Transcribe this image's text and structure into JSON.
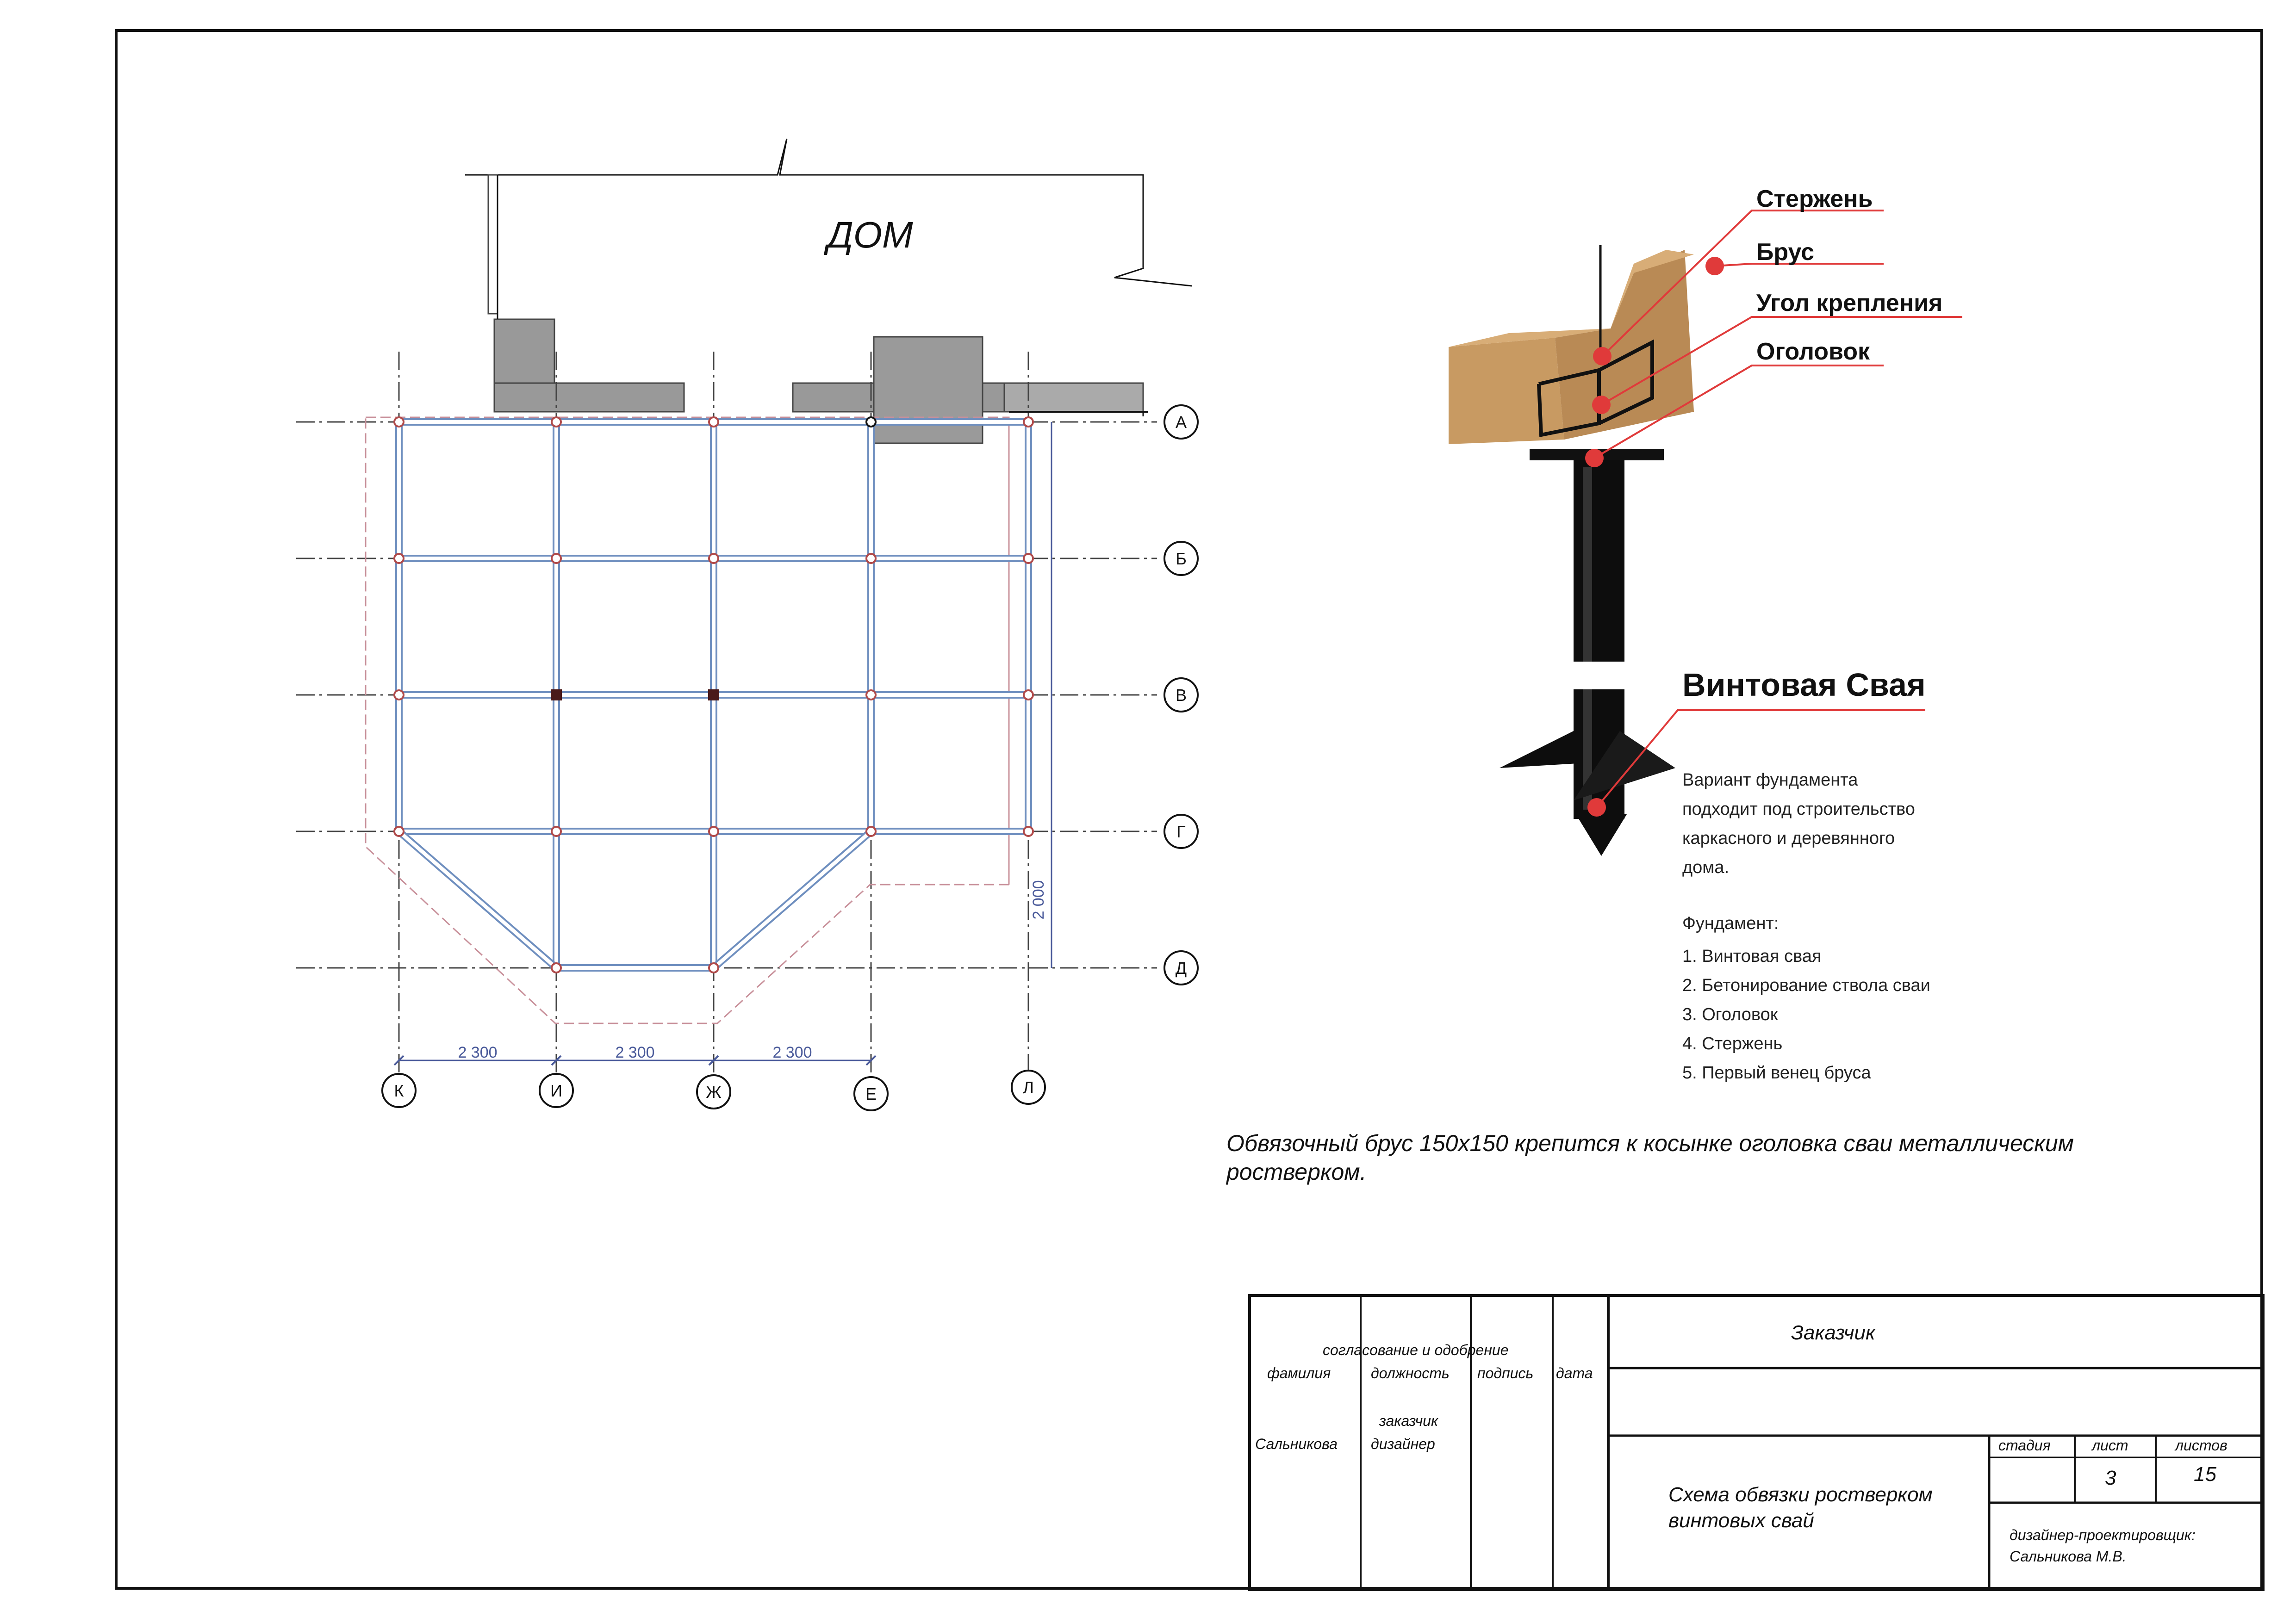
{
  "plan": {
    "house_label": "ДОМ",
    "row_axes": [
      "А",
      "Б",
      "В",
      "Г",
      "Д"
    ],
    "col_axes": [
      "К",
      "И",
      "Ж",
      "Е",
      "Л"
    ],
    "dims": [
      "2 300",
      "2 300",
      "2 300"
    ],
    "dim_vertical": "2 000",
    "colors": {
      "beam": "#6f8fbf",
      "pile": "#b04a4a",
      "contour": "#c8909a",
      "dim": "#4a5a9a",
      "wall": "#999999"
    }
  },
  "detail": {
    "labels": [
      "Стержень",
      "Брус",
      "Угол крепления",
      "Оголовок"
    ],
    "pile_title": "Винтовая Свая",
    "colors": {
      "wood": "#c89a62",
      "marker": "#e03a3a",
      "metal": "#0d0d0d"
    }
  },
  "description": {
    "lines": [
      "Вариант фундамента",
      "подходит под строительство",
      "каркасного и деревянного",
      "дома."
    ],
    "list_title": "Фундамент:",
    "items": [
      "1. Винтовая свая",
      "2. Бетонирование ствола сваи",
      "3. Оголовок",
      "4. Стержень",
      "5. Первый венец бруса"
    ]
  },
  "note": {
    "line1": "Обвязочный брус 150х150 крепится к косынке оголовка сваи металлическим",
    "line2": "ростверком."
  },
  "title_block": {
    "approval": "согласование и одобрение",
    "col_surname": "фамилия",
    "col_position": "должность",
    "col_signature": "подпись",
    "col_date": "дата",
    "role_customer": "заказчик",
    "name_designer": "Сальникова",
    "role_designer": "дизайнер",
    "customer": "Заказчик",
    "stage": "стадия",
    "sheet": "лист",
    "sheets": "листов",
    "sheet_no": "3",
    "sheets_total": "15",
    "project_title_1": "Схема обвязки ростверком",
    "project_title_2": "винтовых свай",
    "author_role": "дизайнер-проектировщик:",
    "author_name": "Сальникова М.В."
  }
}
